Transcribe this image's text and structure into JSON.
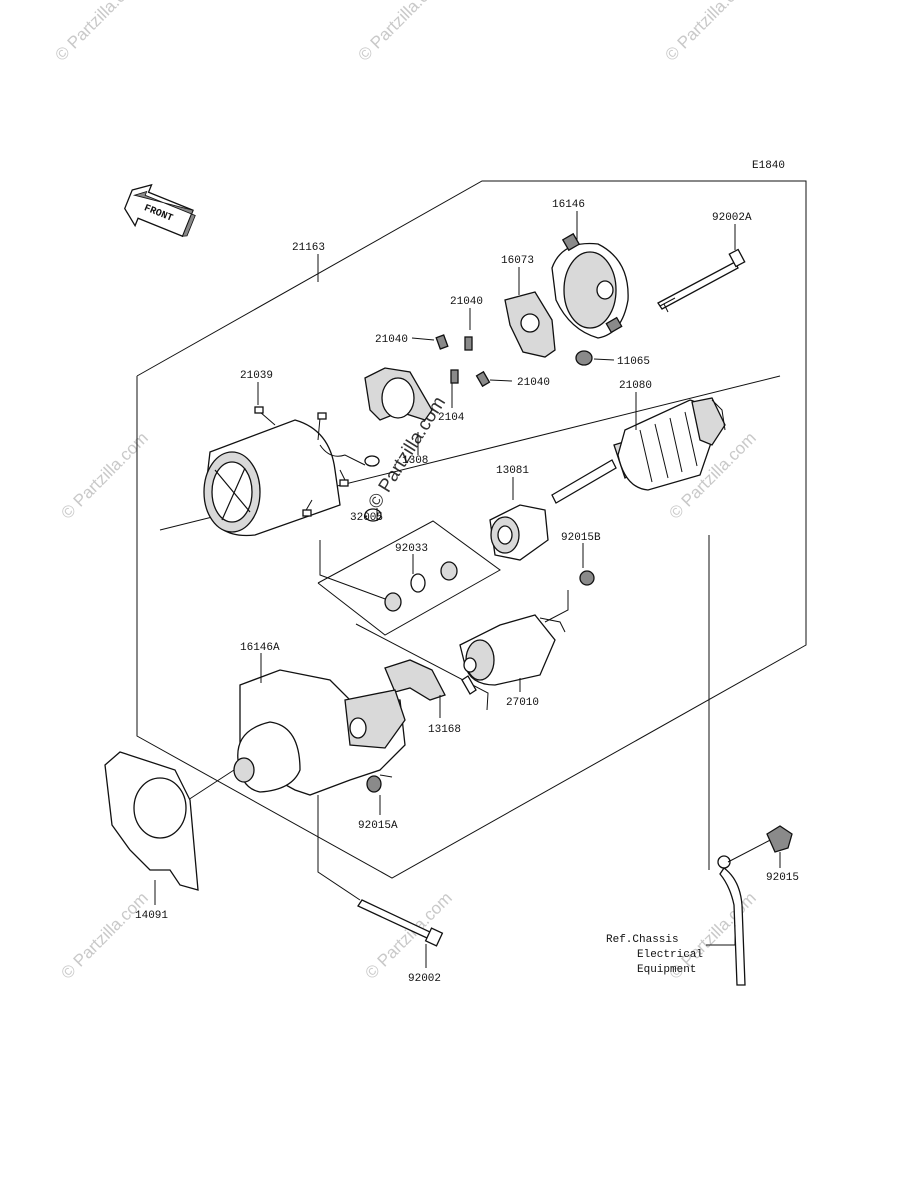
{
  "diagram_code": "E1840",
  "front_label": "FRONT",
  "watermark": "© Partzilla.com",
  "parts": {
    "p21163": "21163",
    "p16146": "16146",
    "p92002A": "92002A",
    "p16073": "16073",
    "p21040a": "21040",
    "p21040b": "21040",
    "p21040c": "21040",
    "p21040d": "2104",
    "p11065": "11065",
    "p21039": "21039",
    "p13081a": "1308",
    "p21080": "21080",
    "p13081b": "13081",
    "p32005": "32005",
    "p92033": "92033",
    "p92015B": "92015B",
    "p16146A": "16146A",
    "p27010": "27010",
    "p13168": "13168",
    "p92015A": "92015A",
    "p14091": "14091",
    "p92002": "92002",
    "p92015": "92015"
  },
  "ref_note": {
    "line1": "Ref.Chassis",
    "line2": "Electrical",
    "line3": "Equipment"
  }
}
